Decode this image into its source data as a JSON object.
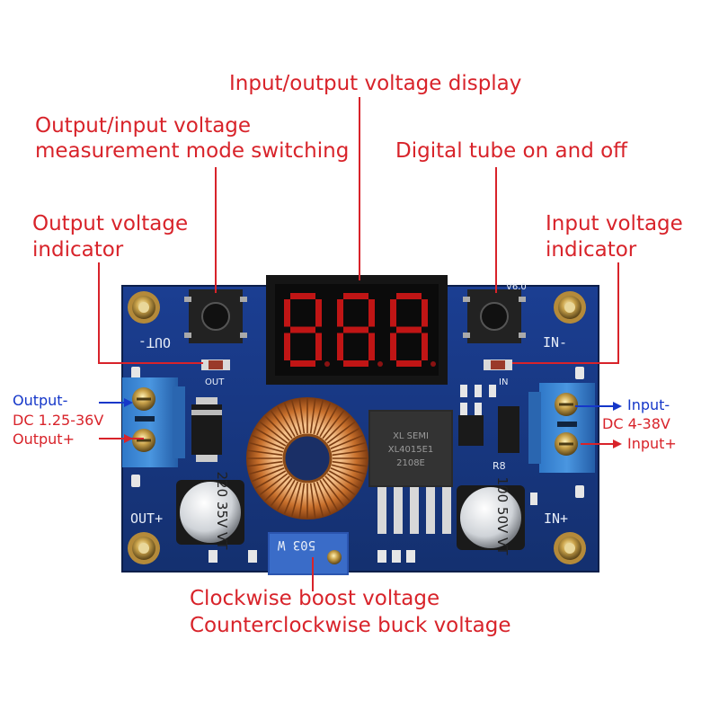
{
  "labels": {
    "display": "Input/output voltage display",
    "mode_switch_line1": "Output/input voltage",
    "mode_switch_line2": "measurement mode switching",
    "tube_toggle": "Digital tube on and off",
    "out_indicator_line1": "Output voltage",
    "out_indicator_line2": "indicator",
    "in_indicator_line1": "Input voltage",
    "in_indicator_line2": "indicator",
    "pot_line1": "Clockwise boost voltage",
    "pot_line2": "Counterclockwise buck voltage"
  },
  "output_terminal": {
    "minus": "Output-",
    "range": "DC 1.25-36V",
    "plus": "Output+"
  },
  "input_terminal": {
    "minus": "Input-",
    "range": "DC 4-38V",
    "plus": "Input+"
  },
  "silkscreen": {
    "out_minus": "OUT-",
    "out_plus": "OUT+",
    "in_minus": "IN-",
    "in_plus": "IN+",
    "out_led": "OUT",
    "in_led": "IN",
    "version": "V6.0",
    "r8": "R8",
    "cap_left": "220 35V VT",
    "cap_right": "100 50V VT",
    "ic": "XL SEMI XL4015E1 2108E",
    "pot": "503 W"
  },
  "colors": {
    "label_red": "#d8232a",
    "label_blue": "#1537c9",
    "pcb": "#1a3a8c",
    "segment": "#e01818"
  }
}
